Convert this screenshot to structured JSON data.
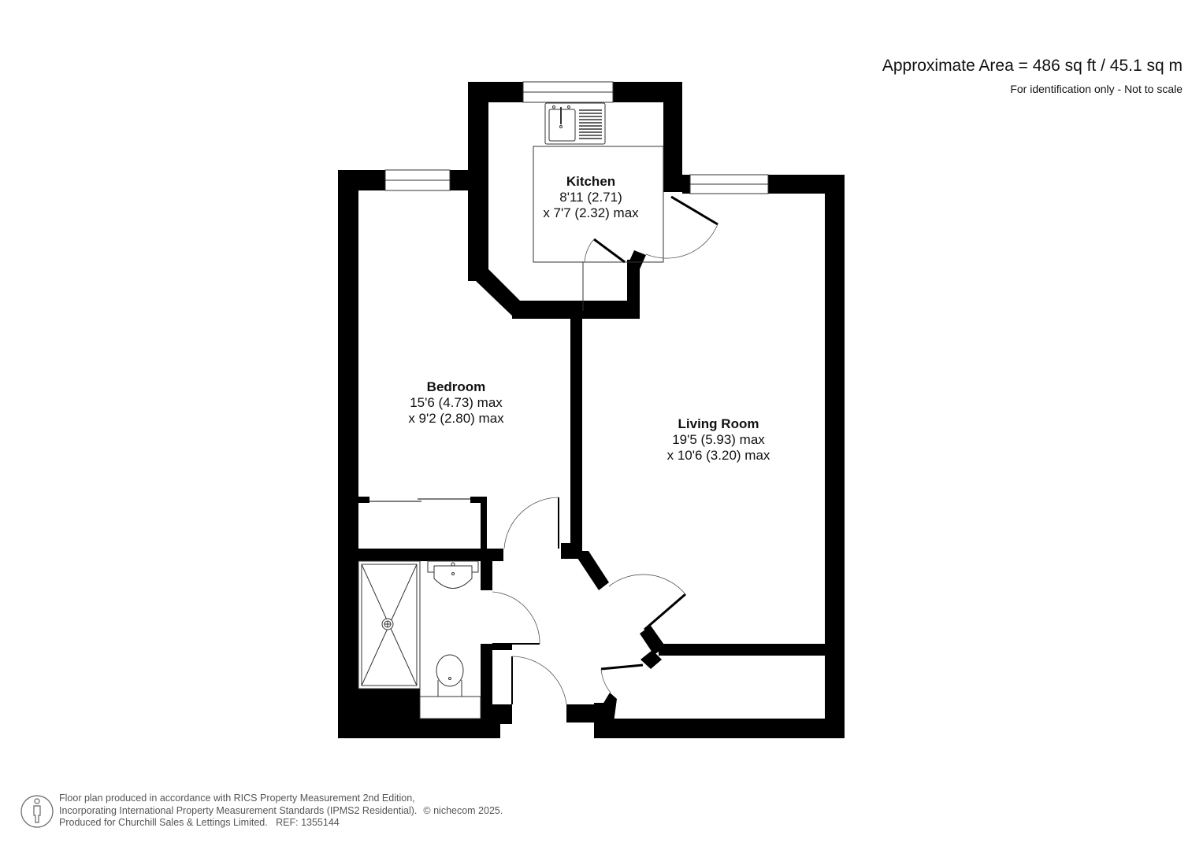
{
  "header": {
    "area_title": "Approximate Area = 486 sq ft / 45.1 sq m",
    "area_subtitle": "For identification only - Not to scale"
  },
  "rooms": {
    "kitchen": {
      "name": "Kitchen",
      "dim1": "8'11 (2.71)",
      "dim2": "x 7'7 (2.32) max"
    },
    "bedroom": {
      "name": "Bedroom",
      "dim1": "15'6 (4.73) max",
      "dim2": "x 9'2 (2.80) max"
    },
    "living_room": {
      "name": "Living Room",
      "dim1": "19'5 (5.93) max",
      "dim2": "x 10'6 (3.20) max"
    }
  },
  "footer": {
    "line1": "Floor plan produced in accordance with RICS Property Measurement 2nd Edition,",
    "line2": "Incorporating International Property Measurement Standards (IPMS2 Residential).",
    "copyright": "© nichecom 2025.",
    "line3": "Produced for Churchill Sales & Lettings Limited.   REF: 1355144"
  },
  "colors": {
    "wall": "#000000",
    "line": "#333333",
    "background": "#ffffff",
    "footer_text": "#555555"
  }
}
